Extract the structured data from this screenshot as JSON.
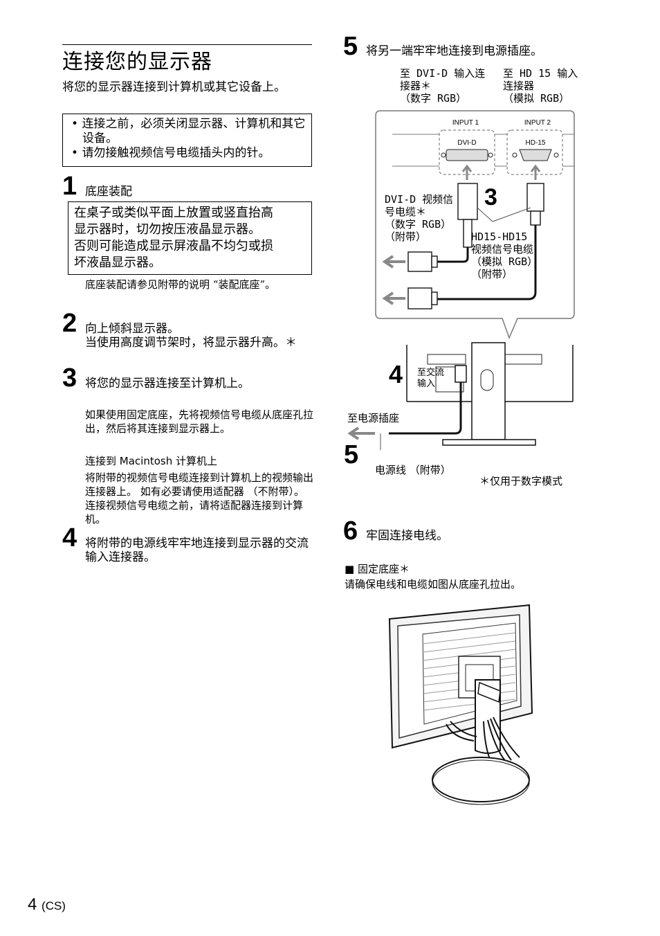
{
  "left": {
    "title": "连接您的显示器",
    "intro": "将您的显示器连接到计算机或其它设备上。",
    "cautions": [
      "连接之前，必须关闭显示器、计算机和其它设备。",
      "请勿接触视频信号电缆插头内的针。"
    ],
    "step1": {
      "num": "1",
      "text": "底座装配"
    },
    "step1_warning": [
      "在桌子或类似平面上放置或竖直抬高",
      "显示器时，切勿按压液晶显示器。",
      "否则可能造成显示屏液晶不均匀或损",
      "坏液晶显示器。"
    ],
    "step1_note": "底座装配请参见附带的说明 “装配底座”。",
    "step2": {
      "num": "2",
      "line1": "向上倾斜显示器。",
      "line2": "当使用高度调节架时，将显示器升高。＊"
    },
    "step3": {
      "num": "3",
      "text": "将您的显示器连接至计算机上。"
    },
    "step3_note": "如果使用固定底座，先将视频信号电缆从底座孔拉出，然后将其连接到显示器上。",
    "mac_title": "连接到 Macintosh 计算机上",
    "mac_note": "将附带的视频信号电缆连接到计算机上的视频输出连接器上。 如有必要请使用适配器 （不附带）。 连接视频信号电缆之前，请将适配器连接到计算机。",
    "step4": {
      "num": "4",
      "text": "将附带的电源线牢牢地连接到显示器的交流输入连接器。"
    }
  },
  "right": {
    "step5": {
      "num": "5",
      "text": "将另一端牢牢地连接到电源插座。"
    },
    "diagram": {
      "label_dvi_top": [
        "至 DVI-D 输入连",
        "接器＊",
        "（数字 RGB）"
      ],
      "label_hd_top": [
        "至 HD 15 输入",
        "连接器",
        "（模拟 RGB）"
      ],
      "input1": "INPUT 1",
      "input2": "INPUT 2",
      "port_dvi": "DVI-D",
      "port_hd": "HD-15",
      "dvi_cable": [
        "DVI-D 视频信",
        "号电缆＊",
        "（数字 RGB）",
        "（附带）"
      ],
      "hd_cable": [
        "HD15-HD15",
        "视频信号电缆",
        "（模拟 RGB）",
        "（附带）"
      ],
      "callout3": "3",
      "callout4": "4",
      "callout5": "5",
      "ac_input": [
        "至交流",
        "输入"
      ],
      "to_outlet": "至电源插座",
      "power_cord": "电源线 （附带）",
      "digital_only": "＊仅用于数字模式"
    },
    "step6": {
      "num": "6",
      "text": "牢固连接电线。"
    },
    "stand_title": "■ 固定底座＊",
    "stand_note": "请确保电线和电缆如图从底座孔拉出。"
  },
  "footer": {
    "page": "4",
    "lang": "(CS)"
  }
}
